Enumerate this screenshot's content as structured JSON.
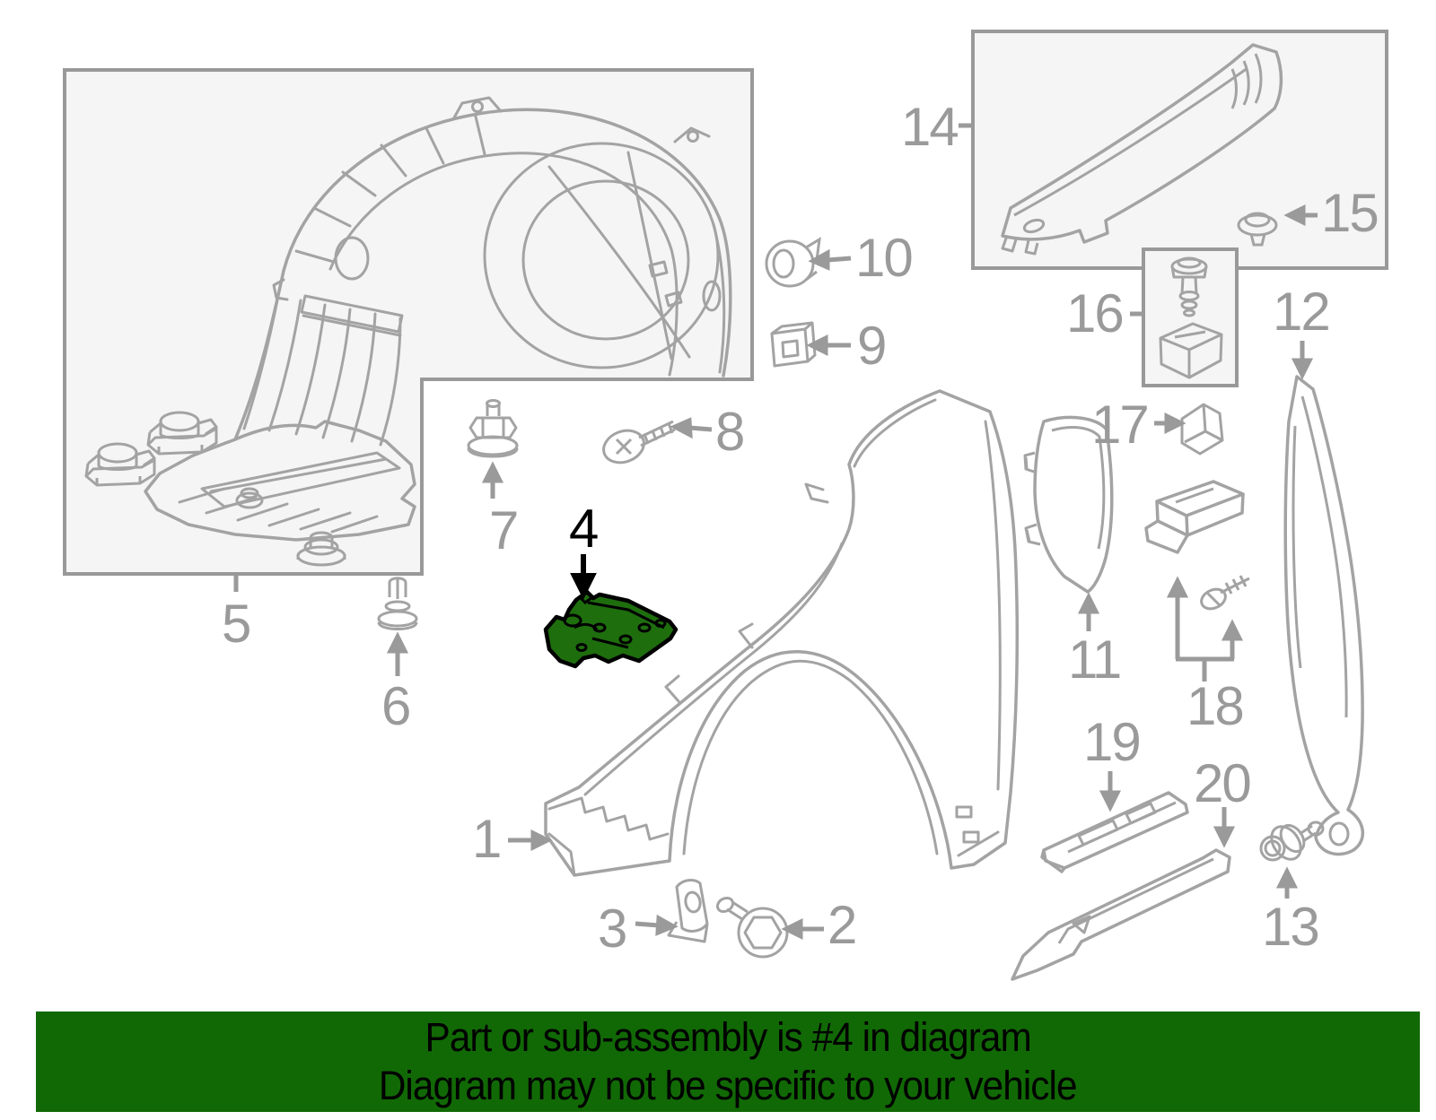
{
  "banner": {
    "line1": "Part or sub-assembly is #4 in diagram",
    "line2": "Diagram may not be specific to your vehicle",
    "background": "#116905",
    "text_color": "#000000"
  },
  "highlighted_part": {
    "number": "4",
    "fill": "#1e6e0e",
    "outline": "#000000"
  },
  "style": {
    "line_gray": "#a3a3a3",
    "label_gray": "#9a9a9a",
    "box_fill": "#f5f5f5",
    "box_border": "#999999",
    "page_background": "#ffffff"
  },
  "part_labels": {
    "p1": "1",
    "p2": "2",
    "p3": "3",
    "p4": "4",
    "p5": "5",
    "p6": "6",
    "p7": "7",
    "p8": "8",
    "p9": "9",
    "p10": "10",
    "p11": "11",
    "p12": "12",
    "p13": "13",
    "p14": "14",
    "p15": "15",
    "p16": "16",
    "p17": "17",
    "p18": "18",
    "p19": "19",
    "p20": "20"
  }
}
